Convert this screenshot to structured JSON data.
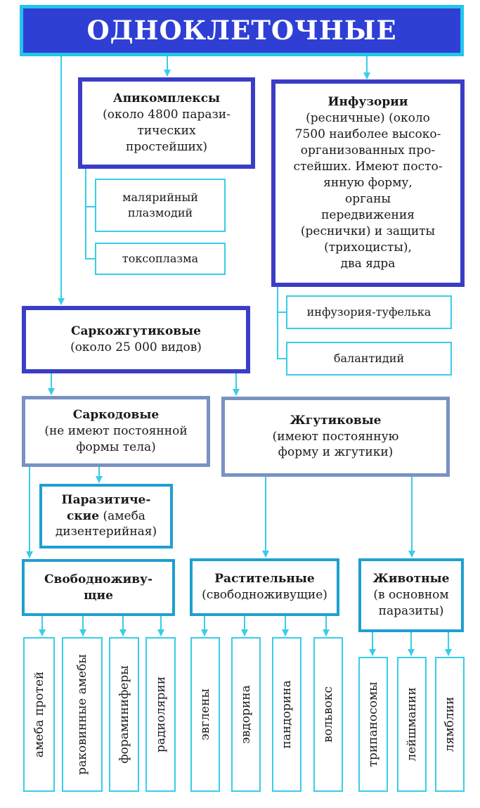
{
  "title": "ОДНОКЛЕТОЧНЫЕ",
  "apicomplexa": {
    "name": "Апикомплексы",
    "lines": [
      "(около 4800 парази-",
      "тических",
      "простейших)"
    ],
    "members": [
      "малярийный плазмодий",
      "токсоплазма"
    ]
  },
  "ciliates": {
    "name": "Инфузории",
    "lines": [
      "(ресничные) (около",
      "7500 наиболее высоко-",
      "организованных про-",
      "стейших. Имеют посто-",
      "янную форму,",
      "органы",
      "передвижения",
      "(реснички) и защиты",
      "(трихоцисты),",
      "два ядра"
    ],
    "members": [
      "инфузория-туфелька",
      "балантидий"
    ]
  },
  "sarcomastigophora": {
    "name": "Саркожгутиковые",
    "lines": [
      "(около 25 000 видов)"
    ]
  },
  "sarcodina": {
    "name": "Саркодовые",
    "lines": [
      "(не имеют постоянной",
      "формы тела)"
    ]
  },
  "flagellates": {
    "name": "Жгутиковые",
    "lines": [
      "(имеют постоянную",
      "форму и жгутики)"
    ]
  },
  "parasitic": {
    "name_lines": [
      "Паразитиче-",
      "ские"
    ],
    "lines": [
      " (амеба",
      "дизентерийная)"
    ]
  },
  "freeliving": {
    "name_lines": [
      "Свободноживу-",
      "щие"
    ],
    "members": [
      "амеба протей",
      "раковинные амебы",
      "фораминиферы",
      "радиолярии"
    ]
  },
  "plant": {
    "name": "Растительные",
    "lines": [
      "(свободноживущие)"
    ],
    "members": [
      "эвглены",
      "эвдорина",
      "пандорина",
      "вольвокс"
    ]
  },
  "animal": {
    "name": "Животные",
    "lines": [
      "(в основном",
      "паразиты)"
    ],
    "members": [
      "трипаносомы",
      "лейшмании",
      "лямблии"
    ]
  },
  "colors": {
    "title_fill": "#2f3fd4",
    "title_border": "#22c4ec",
    "dark_border": "#3a3dc6",
    "grey_border": "#7a92c2",
    "teal_border": "#1f9fd0",
    "leaf_border": "#38cdea",
    "connector": "#38cdea"
  }
}
